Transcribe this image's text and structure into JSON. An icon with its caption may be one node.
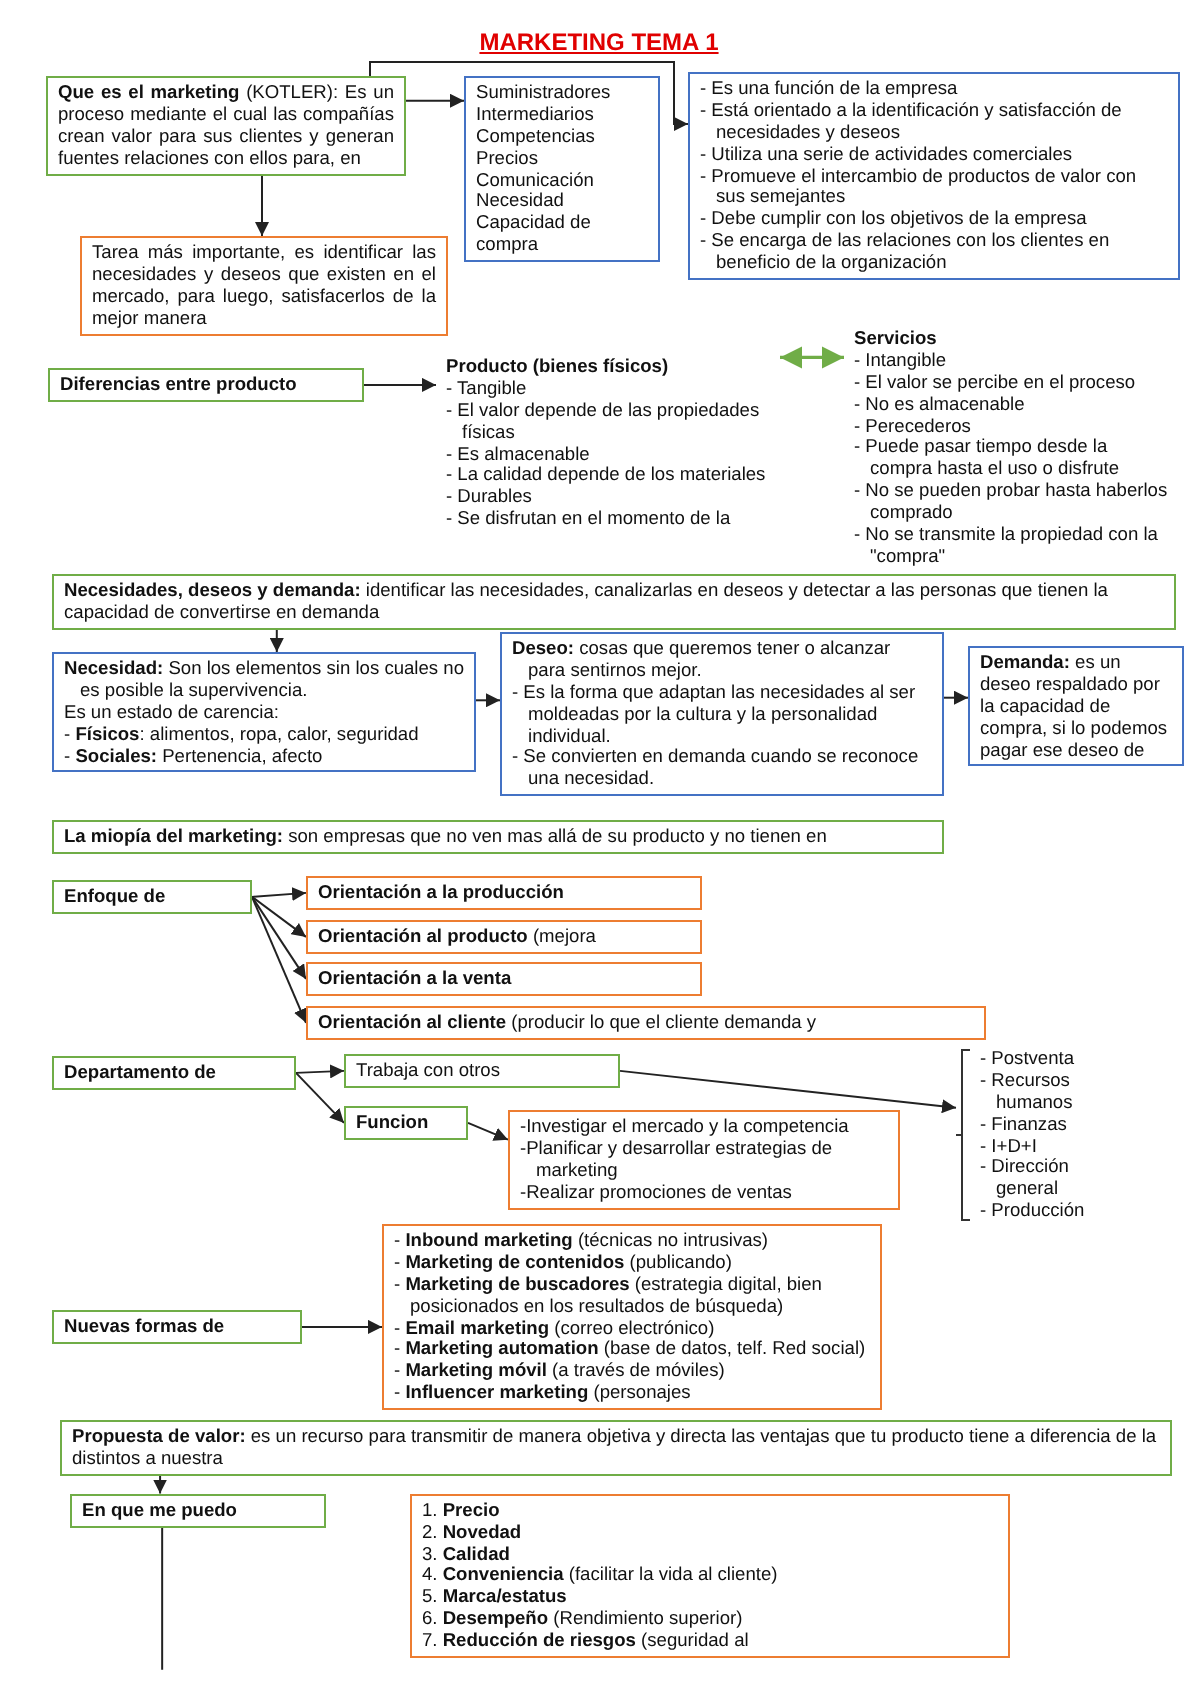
{
  "diagram": {
    "title": "MARKETING TEMA 1",
    "nodes": [
      {
        "text": [
          "**Que es el marketing** (KOTLER): Es un proceso mediante el cual las compañías crean valor para sus clientes y generan fuentes relaciones con ellos para, en"
        ]
      },
      {
        "text": [
          "Suministradores",
          "Intermediarios",
          "Competencias",
          "Precios",
          "Comunicación",
          "Necesidad",
          "Capacidad de compra"
        ]
      },
      {
        "text": [
          "- Es una función de la empresa",
          "- Está orientado a la identificación y satisfacción de necesidades y deseos",
          "- Utiliza una serie de actividades comerciales",
          "- Promueve el intercambio de productos de valor con sus semejantes",
          "- Debe cumplir con los objetivos de la empresa",
          "- Se encarga de las relaciones con los clientes en beneficio de la organización"
        ]
      },
      {
        "text": [
          "Tarea más importante, es identificar las necesidades y deseos que existen en el mercado, para luego, satisfacerlos de la mejor manera"
        ]
      },
      {
        "text": [
          "Diferencias entre producto"
        ]
      },
      {
        "text": [
          "Producto (bienes físicos)",
          "- Tangible",
          "- El valor depende de las propiedades físicas",
          "- Es almacenable",
          "- La calidad depende de los materiales",
          "- Durables",
          "- Se disfrutan en el momento de la"
        ]
      },
      {
        "text": [
          "Servicios",
          "- Intangible",
          "- El valor se percibe en el proceso",
          "- No es almacenable",
          "- Perecederos",
          "- Puede pasar tiempo desde la compra hasta el uso o disfrute",
          "- No se pueden probar hasta haberlos comprado",
          "- No se transmite la propiedad con la \"compra\""
        ]
      },
      {
        "text": [
          "**Necesidades, deseos y demanda:** identificar las necesidades, canalizarlas en deseos y detectar a las personas que tienen la capacidad de convertirse en demanda"
        ]
      },
      {
        "text": [
          "**Necesidad:** Son los elementos sin los cuales no es posible la supervivencia.",
          "Es un estado de carencia:",
          "- **Físicos**: alimentos, ropa, calor, seguridad",
          "- **Sociales:** Pertenencia, afecto"
        ]
      },
      {
        "text": [
          "**Deseo:** cosas que queremos tener o alcanzar para sentirnos mejor.",
          "- Es la forma que adaptan las necesidades al ser moldeadas por la cultura y la personalidad individual.",
          "- Se convierten en demanda cuando se reconoce una necesidad."
        ]
      },
      {
        "text": [
          "**Demanda:** es un deseo respaldado por la capacidad de compra, si lo podemos pagar ese deseo de"
        ]
      },
      {
        "text": [
          "**La miopía del marketing:** son empresas que no ven mas allá de su producto y no tienen en"
        ]
      },
      {
        "text": [
          "Enfoque de"
        ]
      },
      {
        "text": [
          "Orientación a la producción"
        ]
      },
      {
        "text": [
          "**Orientación al producto** (mejora"
        ]
      },
      {
        "text": [
          "Orientación a la venta"
        ]
      },
      {
        "text": [
          "**Orientación al cliente** (producir lo que el cliente demanda y"
        ]
      },
      {
        "text": [
          "Departamento de"
        ]
      },
      {
        "text": [
          "Trabaja con otros"
        ]
      },
      {
        "text": [
          "Funcion"
        ]
      },
      {
        "text": [
          "-Investigar el mercado y la competencia",
          "-Planificar y desarrollar estrategias de marketing",
          "-Realizar promociones de ventas"
        ]
      },
      {
        "text": [
          "- Postventa",
          "- Recursos humanos",
          "- Finanzas",
          "- I+D+I",
          "- Dirección general",
          "- Producción"
        ]
      },
      {
        "text": [
          "Nuevas formas de"
        ]
      },
      {
        "text": [
          "- **Inbound marketing** (técnicas no intrusivas)",
          "- **Marketing de contenidos** (publicando)",
          "- **Marketing de buscadores** (estrategia digital, bien posicionados en los resultados de búsqueda)",
          "- **Email marketing** (correo electrónico)",
          "- **Marketing automation** (base de datos, telf. Red social)",
          "- **Marketing móvil** (a través de móviles)",
          "- **Influencer marketing** (personajes"
        ]
      },
      {
        "text": [
          "**Propuesta de valor:** es un recurso para transmitir de manera objetiva y directa las ventajas que tu producto tiene a diferencia de la",
          "distintos a nuestra"
        ]
      },
      {
        "text": [
          "En que me puedo"
        ]
      },
      {
        "text": [
          "1. **Precio**",
          "2. **Novedad**",
          "3. **Calidad**",
          "4. **Conveniencia** (facilitar la vida al cliente)",
          "5. **Marca/estatus**",
          "6. **Desempeño** (Rendimiento superior)",
          "7. **Reducción de riesgos** (seguridad al"
        ]
      }
    ],
    "edges": [
      {
        "from": 0,
        "to": 1,
        "arrow": "to"
      },
      {
        "from": 0,
        "to": 2,
        "arrow": "to"
      },
      {
        "from": 0,
        "to": 3,
        "arrow": "to"
      },
      {
        "from": 4,
        "to": 5,
        "arrow": "to"
      },
      {
        "from": 5,
        "to": 6,
        "arrow": "both",
        "color": "#70ad47"
      },
      {
        "from": 7,
        "to": 8,
        "arrow": "to"
      },
      {
        "from": 8,
        "to": 9,
        "arrow": "to"
      },
      {
        "from": 9,
        "to": 10,
        "arrow": "to"
      },
      {
        "from": 12,
        "to": 13,
        "arrow": "to"
      },
      {
        "from": 12,
        "to": 14,
        "arrow": "to"
      },
      {
        "from": 12,
        "to": 15,
        "arrow": "to"
      },
      {
        "from": 12,
        "to": 16,
        "arrow": "to"
      },
      {
        "from": 17,
        "to": 18,
        "arrow": "to"
      },
      {
        "from": 17,
        "to": 19,
        "arrow": "to"
      },
      {
        "from": 19,
        "to": 20,
        "arrow": "to"
      },
      {
        "from": 18,
        "to": 21,
        "arrow": "to"
      },
      {
        "from": 22,
        "to": 23,
        "arrow": "to"
      },
      {
        "from": 24,
        "to": 25,
        "arrow": "to"
      },
      {
        "from": 25,
        "to": null,
        "arrow": "none"
      }
    ]
  }
}
